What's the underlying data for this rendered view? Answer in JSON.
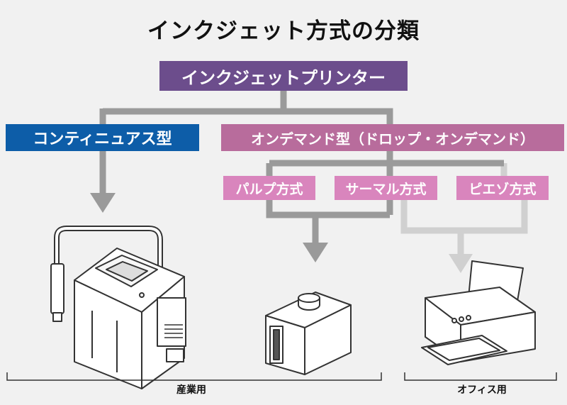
{
  "title": "インクジェット方式の分類",
  "root": "インクジェットプリンター",
  "categories": {
    "continuous": "コンティニュアス型",
    "on_demand": "オンデマンド型（ドロップ・オンデマンド）"
  },
  "methods": [
    "パルプ方式",
    "サーマル方式",
    "ピエゾ方式"
  ],
  "uses": {
    "industrial": "産業用",
    "office": "オフィス用"
  },
  "colors": {
    "root": "#6c4d8c",
    "continuous": "#0d5da8",
    "on_demand": "#b86c9c",
    "method": "#d985bd",
    "connector_dark": "#9a9a9a",
    "connector_light": "#d0d0d0"
  }
}
